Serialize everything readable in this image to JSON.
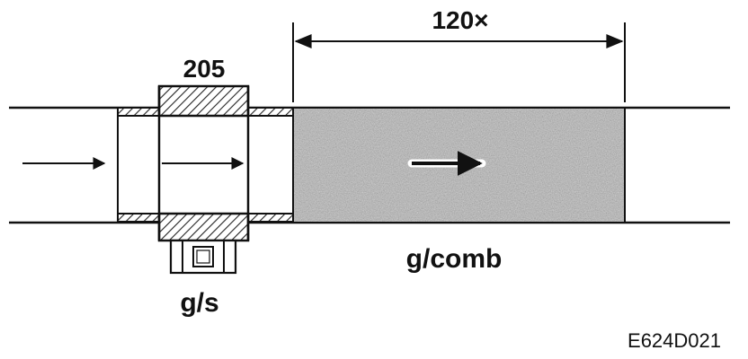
{
  "labels": {
    "sensor_size": "205",
    "measure_length": "120×",
    "sensor_unit": "g/s",
    "flow_unit": "g/comb",
    "figure_code": "E624D021"
  },
  "colors": {
    "ink": "#111111",
    "hatch": "#222222",
    "stipple_base": "#b3b3b3",
    "background": "#ffffff"
  }
}
